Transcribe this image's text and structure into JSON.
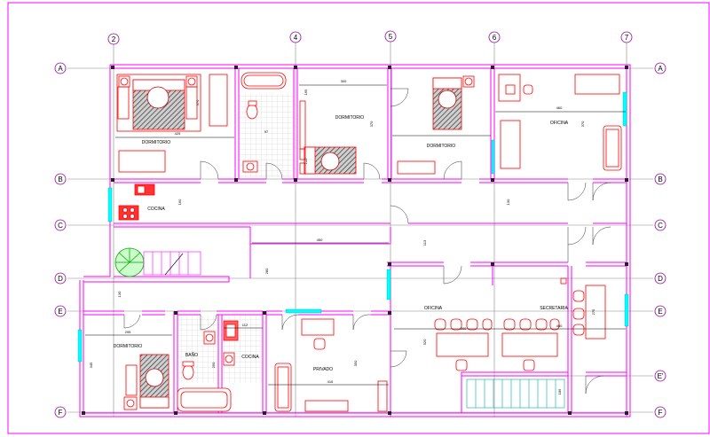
{
  "axes": {
    "numbers": [
      "2",
      "4",
      "5",
      "6",
      "7"
    ],
    "letters_left": [
      "A",
      "B",
      "C",
      "D",
      "E",
      "F"
    ],
    "letters_right": [
      "A",
      "B",
      "C",
      "D",
      "E",
      "E'",
      "F"
    ]
  },
  "rooms": {
    "dormitorio_1": "DORMITORIO",
    "dormitorio_2": "DORMITORIO",
    "dormitorio_3": "DORMITORIO",
    "dormitorio_4": "DORMITORIO",
    "oficina_1": "OFICINA",
    "oficina_2": "OFICINA",
    "cocina_1": "COCINA",
    "cocina_2": "COCINA",
    "bano": "BAÑO",
    "privado": "PRIVADO",
    "secretaria": "SECRETARIA"
  },
  "dimensions": {
    "d425": "425",
    "d370a": "370",
    "d300": "300",
    "d97": "97",
    "d200a": "200",
    "d165": "165",
    "d370b": "370",
    "d460a": "460",
    "d370c": "370",
    "d160": "160",
    "d130": "130",
    "d450": "450",
    "d113": "113",
    "d280": "280",
    "d130b": "130",
    "d295": "295",
    "d345": "345",
    "d112": "112",
    "d250": "250",
    "d416": "416",
    "d320": "320",
    "d460b": "460",
    "d275": "275",
    "d185": "185",
    "d200b": "200",
    "d350": "350"
  },
  "colors": {
    "wall": "#ff00ff",
    "furniture": "#ff0000",
    "axis": "#555555",
    "dim": "#000000",
    "glass": "#00ffff",
    "hatch": "#444444"
  }
}
